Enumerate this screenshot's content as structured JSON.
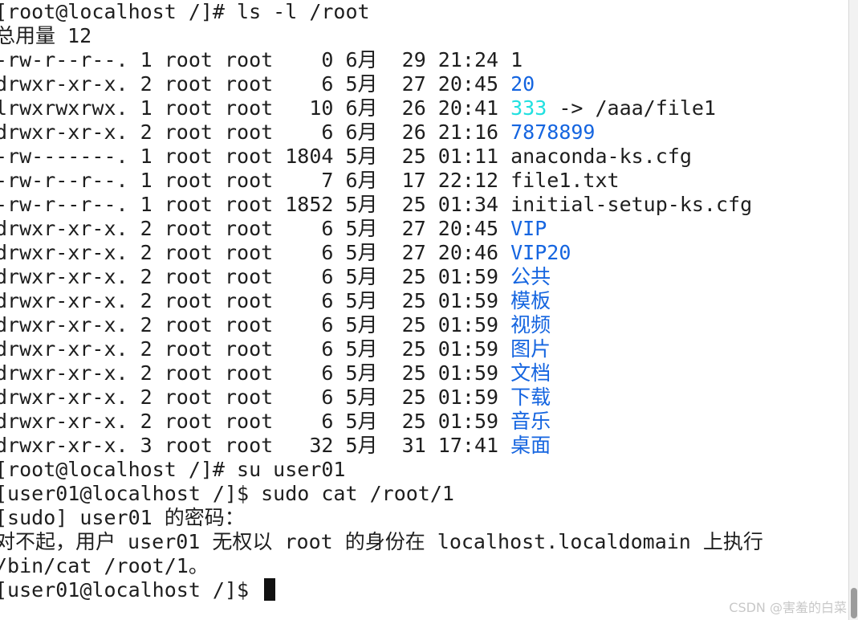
{
  "terminal": {
    "colors": {
      "background": "#ffffff",
      "text": "#1e1e1e",
      "directory": "#1565e0",
      "symlink": "#21e0e0"
    },
    "lines": [
      {
        "text": "[root@localhost /]# ls -l /root"
      },
      {
        "text": "总用量 12"
      },
      {
        "text": "-rw-r--r--. 1 root root    0 6月  29 21:24 ",
        "name": "1",
        "kind": "file"
      },
      {
        "text": "drwxr-xr-x. 2 root root    6 5月  27 20:45 ",
        "name": "20",
        "kind": "dir"
      },
      {
        "text": "lrwxrwxrwx. 1 root root   10 6月  26 20:41 ",
        "name": "333",
        "kind": "link",
        "suffix": " -> /aaa/file1"
      },
      {
        "text": "drwxr-xr-x. 2 root root    6 6月  26 21:16 ",
        "name": "7878899",
        "kind": "dir"
      },
      {
        "text": "-rw-------. 1 root root 1804 5月  25 01:11 ",
        "name": "anaconda-ks.cfg",
        "kind": "file"
      },
      {
        "text": "-rw-r--r--. 1 root root    7 6月  17 22:12 ",
        "name": "file1.txt",
        "kind": "file"
      },
      {
        "text": "-rw-r--r--. 1 root root 1852 5月  25 01:34 ",
        "name": "initial-setup-ks.cfg",
        "kind": "file"
      },
      {
        "text": "drwxr-xr-x. 2 root root    6 5月  27 20:45 ",
        "name": "VIP",
        "kind": "dir"
      },
      {
        "text": "drwxr-xr-x. 2 root root    6 5月  27 20:46 ",
        "name": "VIP20",
        "kind": "dir"
      },
      {
        "text": "drwxr-xr-x. 2 root root    6 5月  25 01:59 ",
        "name": "公共",
        "kind": "dir"
      },
      {
        "text": "drwxr-xr-x. 2 root root    6 5月  25 01:59 ",
        "name": "模板",
        "kind": "dir"
      },
      {
        "text": "drwxr-xr-x. 2 root root    6 5月  25 01:59 ",
        "name": "视频",
        "kind": "dir"
      },
      {
        "text": "drwxr-xr-x. 2 root root    6 5月  25 01:59 ",
        "name": "图片",
        "kind": "dir"
      },
      {
        "text": "drwxr-xr-x. 2 root root    6 5月  25 01:59 ",
        "name": "文档",
        "kind": "dir"
      },
      {
        "text": "drwxr-xr-x. 2 root root    6 5月  25 01:59 ",
        "name": "下载",
        "kind": "dir"
      },
      {
        "text": "drwxr-xr-x. 2 root root    6 5月  25 01:59 ",
        "name": "音乐",
        "kind": "dir"
      },
      {
        "text": "drwxr-xr-x. 3 root root   32 5月  31 17:41 ",
        "name": "桌面",
        "kind": "dir"
      },
      {
        "text": "[root@localhost /]# su user01"
      },
      {
        "text": "[user01@localhost /]$ sudo cat /root/1"
      },
      {
        "text": "[sudo] user01 的密码："
      },
      {
        "text": "对不起，用户 user01 无权以 root 的身份在 localhost.localdomain 上执行"
      },
      {
        "text": "/bin/cat /root/1。"
      },
      {
        "text": "[user01@localhost /]$ ",
        "cursor": true
      }
    ]
  },
  "watermark": "CSDN @害羞的白菜"
}
